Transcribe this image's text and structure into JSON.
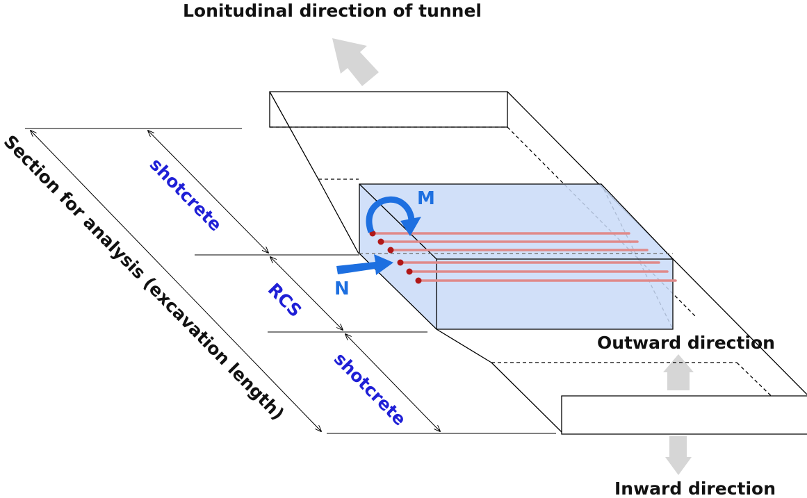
{
  "labels": {
    "longitudinal": "Lonitudinal direction of tunnel",
    "section": "Section for analysis (excavation length)",
    "shotcrete_top": "shotcrete",
    "rcs": "RCS",
    "shotcrete_bottom": "shotcrete",
    "moment": "M",
    "axial": "N",
    "outward": "Outward direction",
    "inward": "Inward direction"
  },
  "colors": {
    "outline": "#000000",
    "rcs_fill": "#c9daf8",
    "force_arrow": "#1d6fe0",
    "rebar": "#e08a8a",
    "rebar_dot": "#b01818",
    "direction_arrow": "#d6d6d6",
    "label_blue": "#1f1fd6"
  }
}
